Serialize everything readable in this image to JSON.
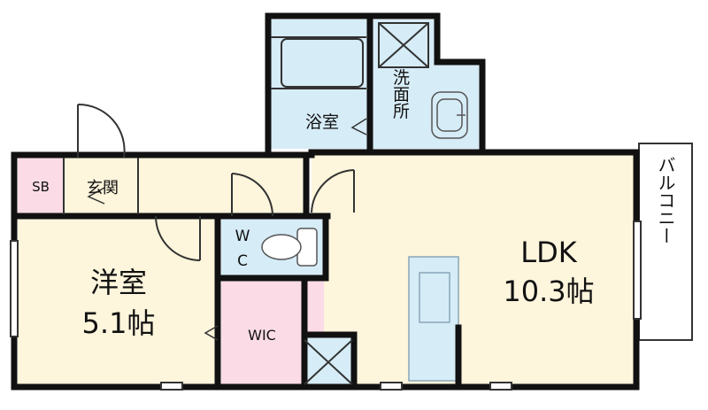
{
  "rooms": {
    "bedroom": {
      "name": "洋室",
      "size": "5.1帖"
    },
    "ldk": {
      "name": "LDK",
      "size": "10.3帖"
    },
    "bath": {
      "name": "浴室"
    },
    "washroom": {
      "name": "洗面所"
    },
    "entrance": {
      "name": "玄関"
    },
    "shoe_box": {
      "name": "SB"
    },
    "toilet": {
      "name_line1": "W",
      "name_line2": "C"
    },
    "closet": {
      "name": "WIC"
    },
    "balcony": {
      "name": "バルコニー"
    }
  },
  "colors": {
    "room_fill": "#fdf5dc",
    "wet_area_fill": "#d6ecf7",
    "closet_fill": "#fbdbe6",
    "wall": "#111111",
    "fixture_line": "#8aa6b8"
  }
}
